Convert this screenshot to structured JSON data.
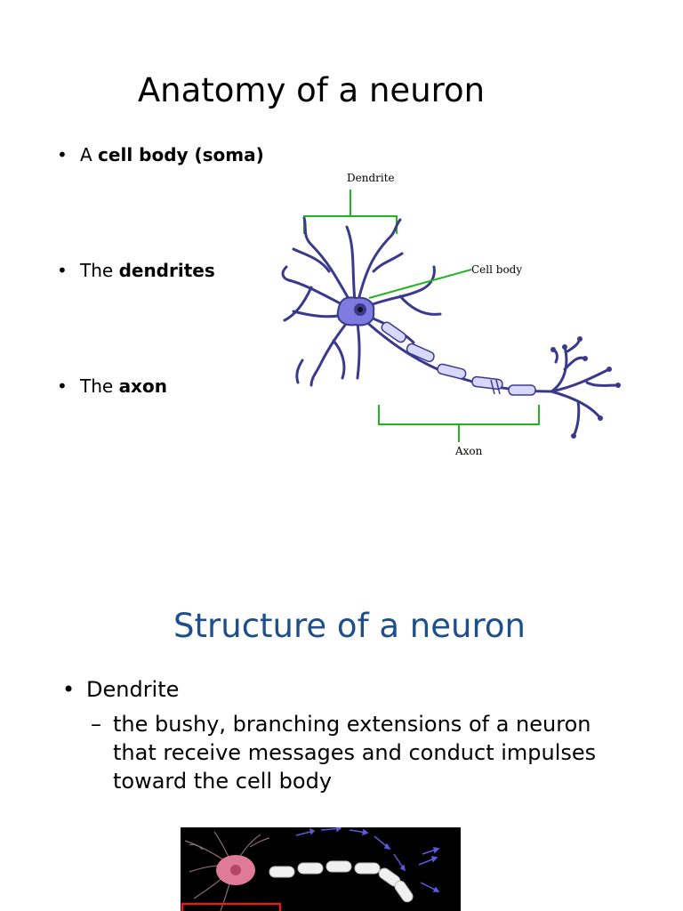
{
  "slide1": {
    "title": "Anatomy of a neuron",
    "bullets": [
      {
        "prefix": "A ",
        "bold": "cell body (soma)"
      },
      {
        "prefix": "The ",
        "bold": "dendrites"
      },
      {
        "prefix": "The ",
        "bold": "axon"
      }
    ],
    "diagram": {
      "labels": {
        "dendrite": "Dendrite",
        "cell_body": "Cell body",
        "axon": "Axon"
      },
      "colors": {
        "leader": "#22b522",
        "neuron_fill": "#d8d8ff",
        "neuron_stroke": "#3a3a8c",
        "soma": "#7d7ae0"
      }
    }
  },
  "slide2": {
    "title": "Structure of a neuron",
    "bullet": "Dendrite",
    "dash": "–",
    "sub_bullet": "the bushy, branching extensions of a neuron that receive messages and conduct impulses toward the cell body",
    "colors": {
      "title": "#1f4f8a",
      "photo_bg": "#000000",
      "cell": "#e07a9a",
      "arrows": "#5b5be0",
      "highlight_box": "#e02020"
    }
  }
}
